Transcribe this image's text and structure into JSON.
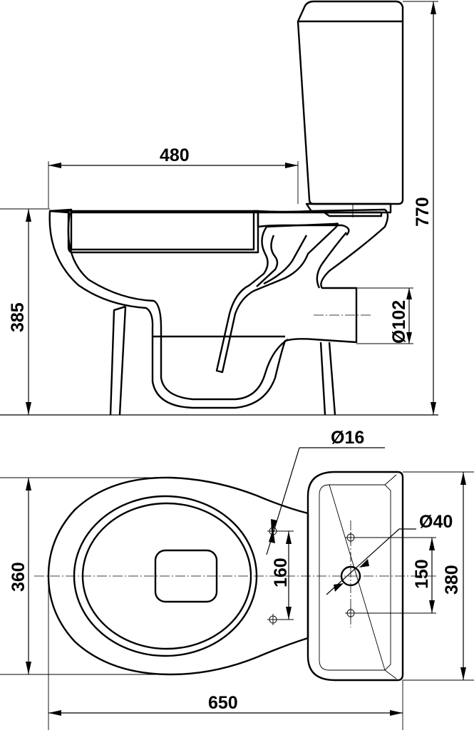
{
  "side_view": {
    "dimensions": {
      "bowl_length": "480",
      "total_height": "770",
      "rim_height": "385",
      "outlet_diameter": "Ø102"
    }
  },
  "top_view": {
    "dimensions": {
      "hole_diameter_small": "Ø16",
      "hole_diameter_large": "Ø40",
      "seat_width": "360",
      "hole_spacing_seat": "160",
      "hole_spacing_tank": "150",
      "tank_width": "380",
      "total_length": "650"
    }
  }
}
